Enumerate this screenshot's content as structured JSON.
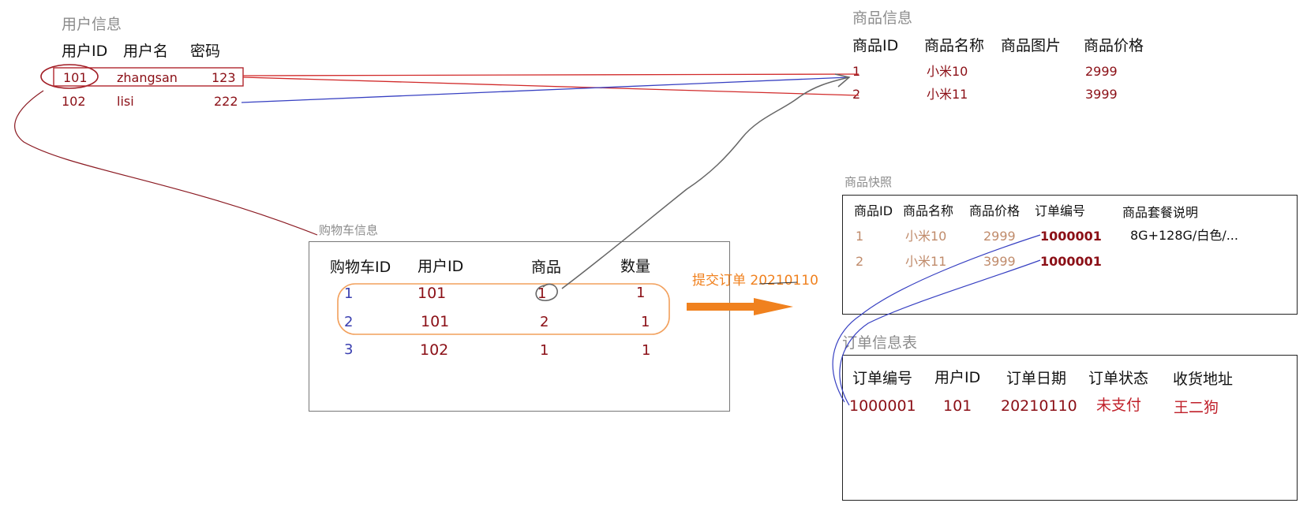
{
  "user_table": {
    "title": "用户信息",
    "headers": [
      "用户ID",
      "用户名",
      "密码"
    ],
    "rows": [
      [
        "101",
        "zhangsan",
        "123"
      ],
      [
        "102",
        "lisi",
        "222"
      ]
    ]
  },
  "product_table": {
    "title": "商品信息",
    "headers": [
      "商品ID",
      "商品名称",
      "商品图片",
      "商品价格"
    ],
    "rows": [
      [
        "1",
        "小米10",
        "2999"
      ],
      [
        "2",
        "小米11",
        "3999"
      ]
    ]
  },
  "cart_table": {
    "title": "购物车信息",
    "headers": [
      "购物车ID",
      "用户ID",
      "商品",
      "数量"
    ],
    "rows": [
      [
        "1",
        "101",
        "1",
        "1"
      ],
      [
        "2",
        "101",
        "2",
        "1"
      ],
      [
        "3",
        "102",
        "1",
        "1"
      ]
    ]
  },
  "submit_arrow": {
    "label": "提交订单 20210110"
  },
  "snapshot_table": {
    "title": "商品快照",
    "headers": [
      "商品ID",
      "商品名称",
      "商品价格",
      "订单编号",
      "商品套餐说明"
    ],
    "rows": [
      [
        "1",
        "小米10",
        "2999",
        "1000001",
        "8G+128G/白色/..."
      ],
      [
        "2",
        "小米11",
        "3999",
        "1000001",
        ""
      ]
    ]
  },
  "order_table": {
    "title": "订单信息表",
    "headers": [
      "订单编号",
      "用户ID",
      "订单日期",
      "订单状态",
      "收货地址"
    ],
    "rows": [
      [
        "1000001",
        "101",
        "20210110",
        "未支付",
        "王二狗"
      ]
    ]
  },
  "colors": {
    "dark_red": "#8b0f16",
    "blue": "#3a3fb0",
    "orange": "#f0811e",
    "gray_text": "#8c8c8c",
    "tan": "#c08b6b"
  }
}
